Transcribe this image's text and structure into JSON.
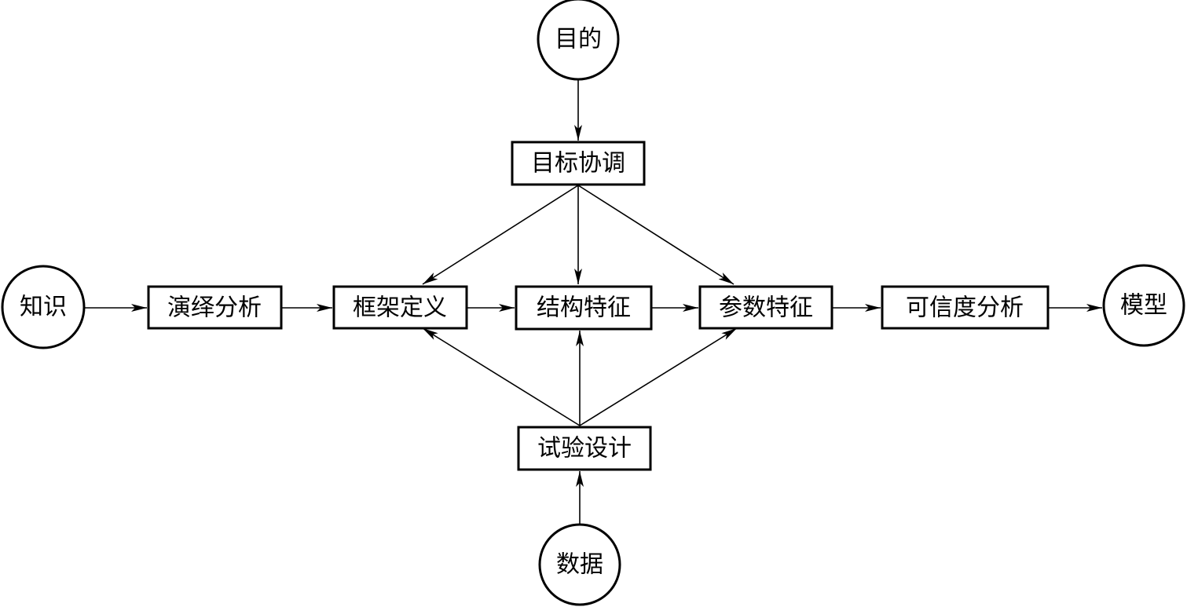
{
  "nodes": {
    "purpose": "目的",
    "goal_coordination": "目标协调",
    "knowledge": "知识",
    "deductive_analysis": "演绎分析",
    "framework_definition": "框架定义",
    "structural_features": "结构特征",
    "parameter_features": "参数特征",
    "credibility_analysis": "可信度分析",
    "model": "模型",
    "experiment_design": "试验设计",
    "data": "数据"
  },
  "edges": [
    {
      "from": "purpose",
      "to": "goal_coordination"
    },
    {
      "from": "goal_coordination",
      "to": "framework_definition"
    },
    {
      "from": "goal_coordination",
      "to": "structural_features"
    },
    {
      "from": "goal_coordination",
      "to": "parameter_features"
    },
    {
      "from": "knowledge",
      "to": "deductive_analysis"
    },
    {
      "from": "deductive_analysis",
      "to": "framework_definition"
    },
    {
      "from": "framework_definition",
      "to": "structural_features"
    },
    {
      "from": "structural_features",
      "to": "parameter_features"
    },
    {
      "from": "parameter_features",
      "to": "credibility_analysis"
    },
    {
      "from": "credibility_analysis",
      "to": "model"
    },
    {
      "from": "experiment_design",
      "to": "framework_definition"
    },
    {
      "from": "experiment_design",
      "to": "structural_features"
    },
    {
      "from": "experiment_design",
      "to": "parameter_features"
    },
    {
      "from": "data",
      "to": "experiment_design"
    }
  ]
}
